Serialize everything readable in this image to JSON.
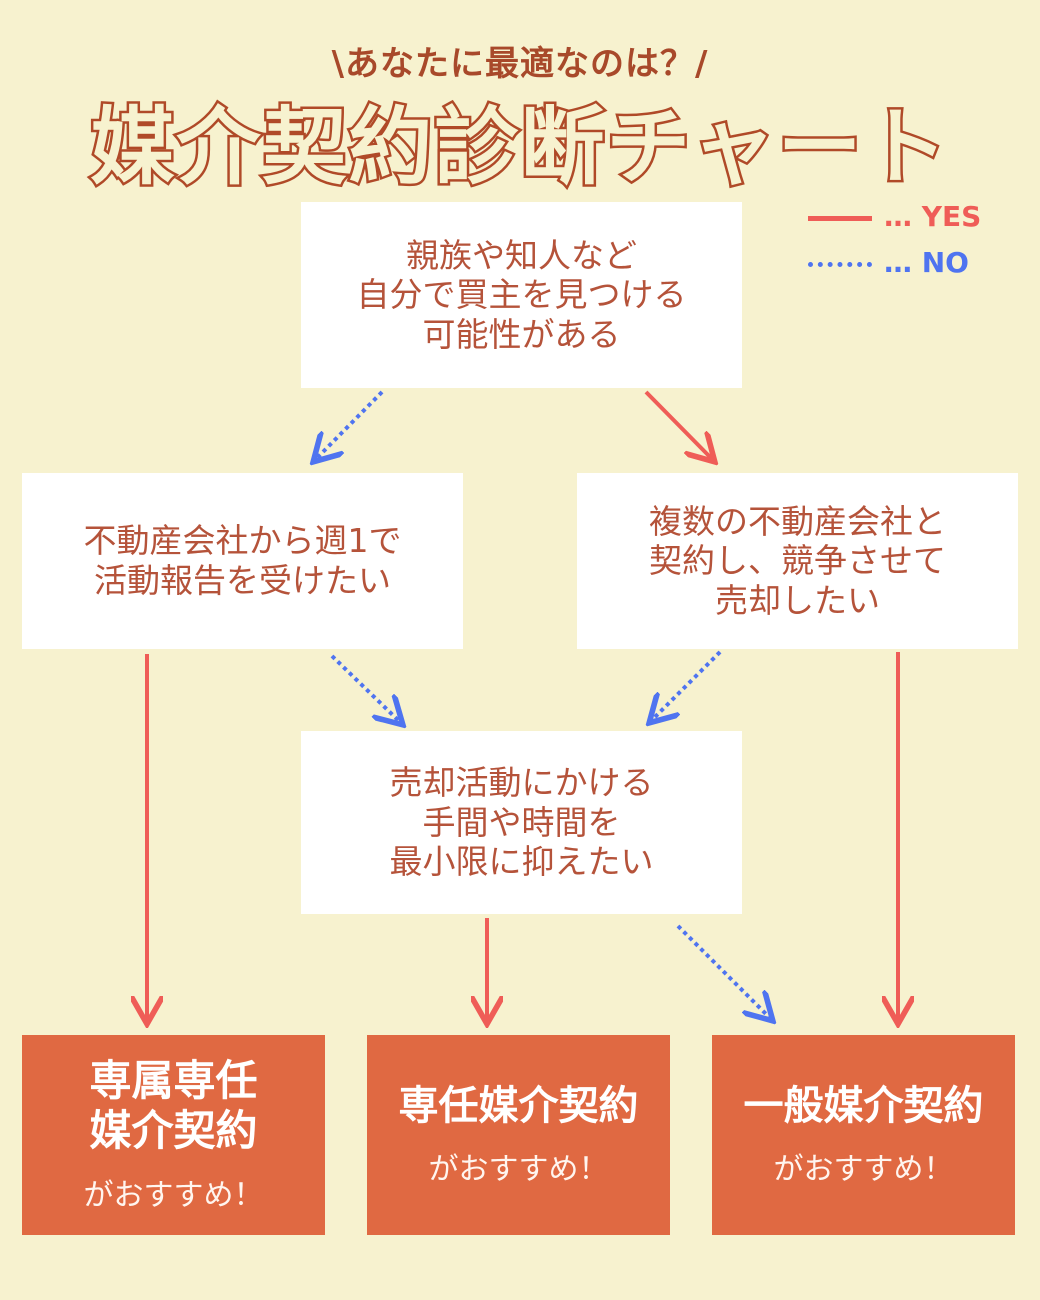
{
  "header": {
    "subtitle": "\\あなたに最適なのは？/",
    "title": "媒介契約診断チャート"
  },
  "legend": {
    "yes_label": "… YES",
    "no_label": "… NO"
  },
  "colors": {
    "yes": "#ef5d57",
    "no": "#4f74f0",
    "result_bg": "#e06942",
    "background": "#f7f2cf"
  },
  "questions": {
    "q1": [
      "親族や知人など",
      "自分で買主を見つける",
      "可能性がある"
    ],
    "q2": [
      "不動産会社から週1で",
      "活動報告を受けたい"
    ],
    "q3": [
      "複数の不動産会社と",
      "契約し、競争させて",
      "売却したい"
    ],
    "q4": [
      "売却活動にかける",
      "手間や時間を",
      "最小限に抑えたい"
    ]
  },
  "results": [
    {
      "title": [
        "専属専任",
        "媒介契約"
      ],
      "sub": "がおすすめ！"
    },
    {
      "title": [
        "専任媒介契約"
      ],
      "sub": "がおすすめ！"
    },
    {
      "title": [
        "一般媒介契約"
      ],
      "sub": "がおすすめ！"
    }
  ]
}
